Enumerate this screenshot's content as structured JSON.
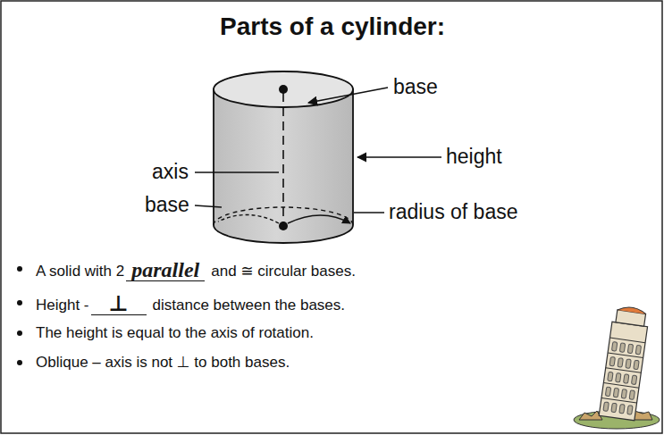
{
  "diagram": {
    "title": "Parts of a cylinder:",
    "labels": [
      "base",
      "height",
      "axis",
      "base",
      "radius of base",
      "A solid with 2",
      "parallel",
      "and ≅ circular bases.",
      "Height -",
      "⊥",
      "distance between the bases.",
      "The height is equal to the axis of rotation.",
      "Oblique – axis is not ⊥ to both bases."
    ]
  }
}
